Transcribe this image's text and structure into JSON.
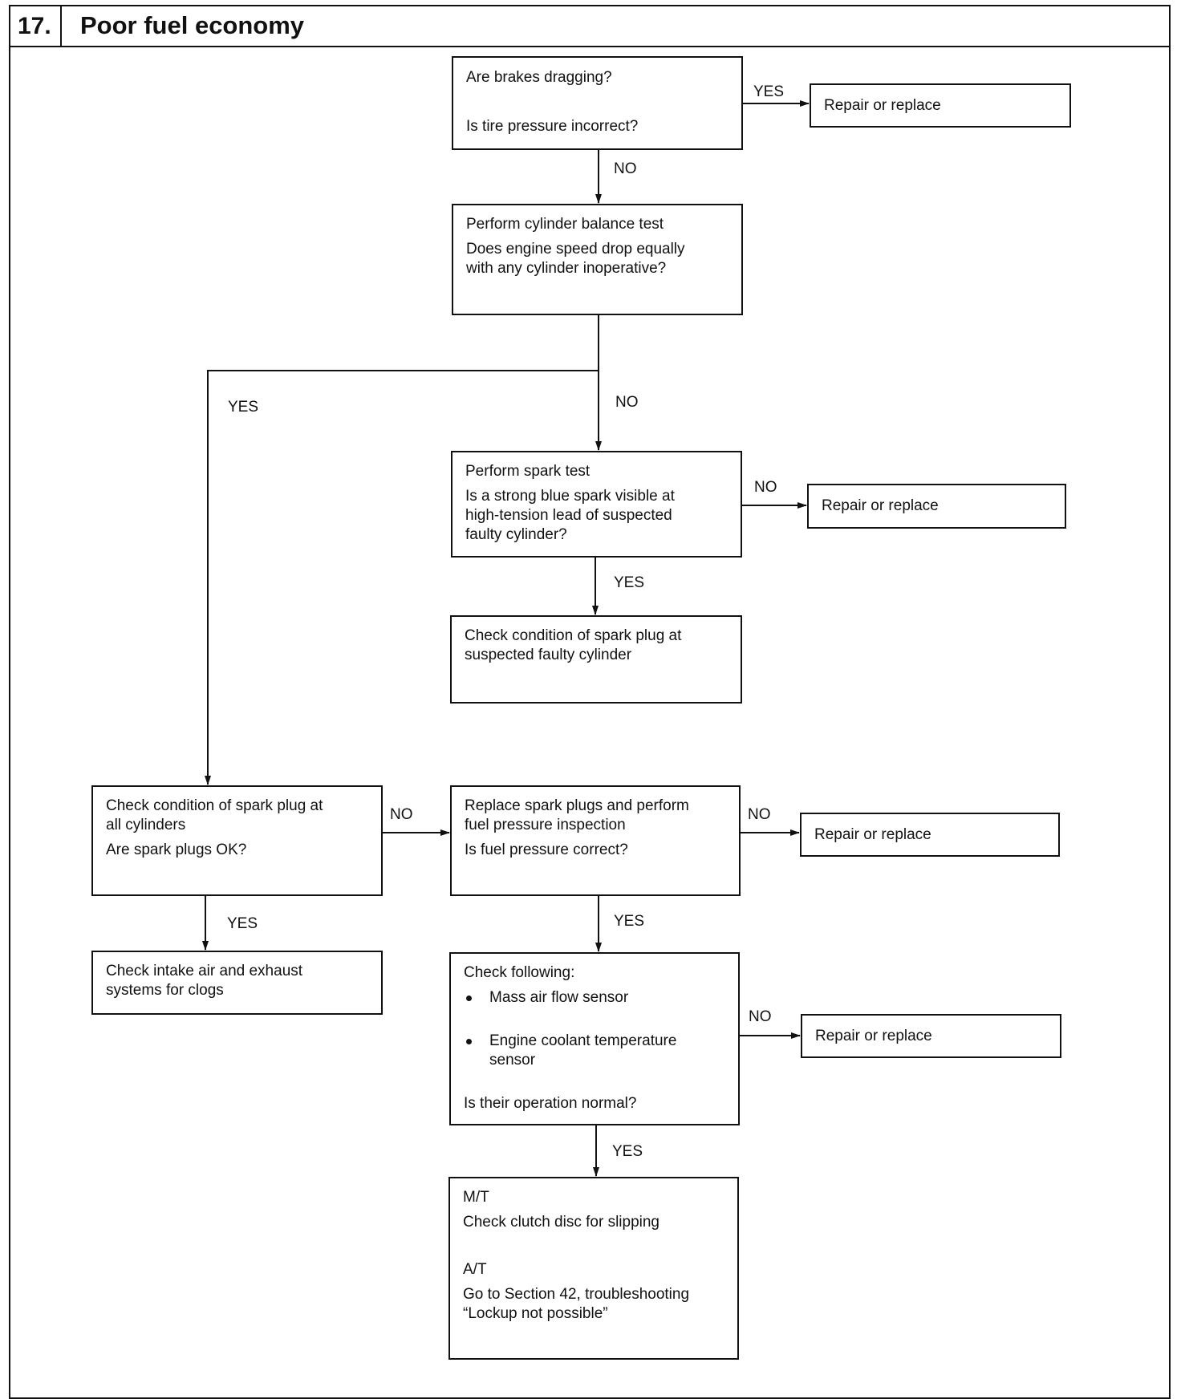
{
  "header": {
    "number": "17.",
    "title": "Poor fuel economy"
  },
  "nodes": {
    "brakes": {
      "lines": [
        "Are brakes dragging?",
        "Is tire pressure incorrect?"
      ]
    },
    "balance": {
      "lines": [
        "Perform cylinder balance test",
        "Does engine speed drop equally",
        "with any cylinder inoperative?"
      ]
    },
    "spark": {
      "lines": [
        "Perform spark test",
        "Is a strong blue spark visible at",
        "high-tension lead of suspected",
        "faulty cylinder?"
      ]
    },
    "plug_one": {
      "lines": [
        "Check condition of spark plug at",
        "suspected faulty cylinder"
      ]
    },
    "plug_all": {
      "lines": [
        "Check condition of spark plug at",
        "all cylinders",
        "Are spark plugs OK?"
      ]
    },
    "fuel": {
      "lines": [
        "Replace spark plugs and perform",
        "fuel pressure inspection",
        "Is fuel pressure correct?"
      ]
    },
    "intake": {
      "lines": [
        "Check intake air and exhaust",
        "systems for clogs"
      ]
    },
    "sensors": {
      "lines": [
        "Check following:",
        "Mass air flow sensor",
        "Engine coolant temperature",
        "sensor",
        "Is their operation normal?"
      ]
    },
    "clutch": {
      "lines": [
        "M/T",
        "Check clutch disc for slipping",
        "A/T",
        "Go to Section 42, troubleshooting",
        "“Lockup not possible”"
      ]
    },
    "repair1": {
      "label": "Repair or replace"
    },
    "repair2": {
      "label": "Repair or replace"
    },
    "repair3": {
      "label": "Repair or replace"
    },
    "repair4": {
      "label": "Repair or replace"
    }
  },
  "edges": {
    "brakes_yes": "YES",
    "brakes_no": "NO",
    "balance_yes": "YES",
    "balance_no": "NO",
    "spark_no": "NO",
    "spark_yes": "YES",
    "plug_all_no": "NO",
    "plug_all_yes": "YES",
    "fuel_no": "NO",
    "fuel_yes": "YES",
    "sensors_no": "NO",
    "sensors_yes": "YES"
  }
}
